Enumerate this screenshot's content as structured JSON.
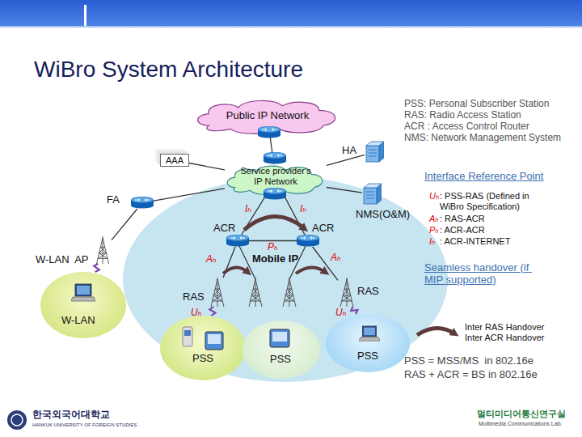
{
  "diagram": {
    "title": "WiBro System Architecture",
    "nodes": [
      {
        "text": [
          "Public IP Network"
        ]
      },
      {
        "text": [
          "HA"
        ]
      },
      {
        "text": [
          "AAA"
        ]
      },
      {
        "text": [
          "Service provider's IP Network"
        ]
      },
      {
        "text": [
          "FA"
        ]
      },
      {
        "text": [
          "NMS(O&M)"
        ]
      },
      {
        "text": [
          "W-LAN  AP"
        ]
      },
      {
        "text": [
          "W-LAN"
        ]
      },
      {
        "text": [
          "Mobile IP"
        ]
      },
      {
        "text": [
          "ACR"
        ],
        "in": 8
      },
      {
        "text": [
          "ACR"
        ],
        "in": 8
      },
      {
        "text": [
          "RAS"
        ],
        "in": 8
      },
      {
        "text": [
          "RAS"
        ],
        "in": 8
      },
      {
        "text": [
          "PSS"
        ],
        "in": 8
      },
      {
        "text": [
          "PSS"
        ],
        "in": 8
      },
      {
        "text": [
          "PSS"
        ],
        "in": 8
      }
    ],
    "edges": [
      {
        "from": 0,
        "to": 3,
        "arrow": "none"
      },
      {
        "from": 1,
        "to": 3,
        "arrow": "none"
      },
      {
        "from": 2,
        "to": 3,
        "arrow": "none"
      },
      {
        "from": 4,
        "to": 3,
        "arrow": "none"
      },
      {
        "from": 5,
        "to": 3,
        "arrow": "none"
      },
      {
        "from": 3,
        "to": 9,
        "label": "Iₕ",
        "arrow": "none"
      },
      {
        "from": 3,
        "to": 10,
        "label": "Iₕ",
        "arrow": "none"
      },
      {
        "from": 9,
        "to": 10,
        "label": "Pₕ",
        "arrow": "none"
      },
      {
        "from": 4,
        "to": 6,
        "arrow": "none"
      },
      {
        "from": 9,
        "to": 11,
        "label": "Aₕ",
        "arrow": "none"
      },
      {
        "from": 10,
        "to": 12,
        "label": "Aₕ",
        "arrow": "none"
      },
      {
        "from": 11,
        "to": 13,
        "label": "Uₕ",
        "arrow": "none"
      },
      {
        "from": 12,
        "to": 15,
        "label": "Uₕ",
        "arrow": "none"
      },
      {
        "from": 6,
        "to": 7,
        "arrow": "none"
      }
    ],
    "labels": [
      "PSS: Personal Subscriber Station",
      "RAS: Radio Access Station",
      "ACR : Access Control Router",
      "NMS: Network Management System",
      "Interface Reference Point",
      "Uₕ",
      ": PSS-RAS (Defined in WiBro Specification)",
      "Aₕ",
      ": RAS-ACR",
      "Pₕ",
      ": ACR-ACR",
      "Iₕ",
      ": ACR-INTERNET",
      "Seamless handover (if MIP supported)",
      "PSS = MSS/MS  in 802.16e",
      "RAS + ACR = BS in 802.16e",
      "한국외국어대학교",
      "HANKUK UNIVERSITY OF FOREIGN STUDIES",
      "멀티미디어통신연구실",
      "Multimedia Communications Lab."
    ],
    "legend": [
      {
        "text": "Inter RAS Handover"
      },
      {
        "text": "Inter ACR Handover"
      }
    ]
  }
}
